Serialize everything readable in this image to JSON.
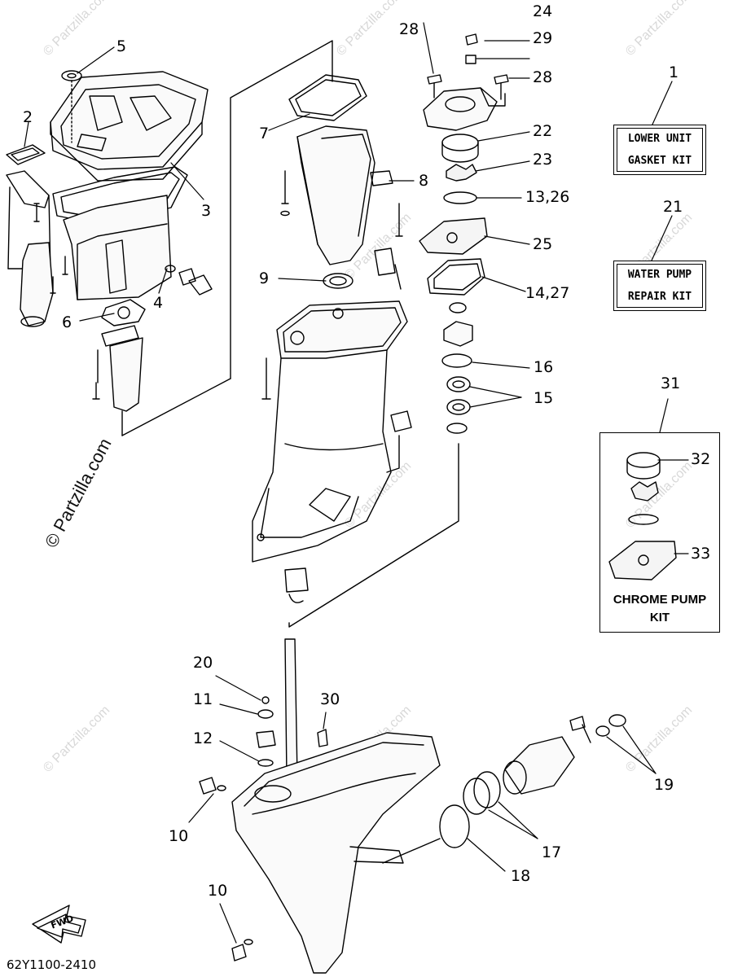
{
  "callouts": [
    {
      "label": "1"
    },
    {
      "label": "2"
    },
    {
      "label": "3"
    },
    {
      "label": "4"
    },
    {
      "label": "5"
    },
    {
      "label": "6"
    },
    {
      "label": "7"
    },
    {
      "label": "8"
    },
    {
      "label": "9"
    },
    {
      "label": "10"
    },
    {
      "label": "10"
    },
    {
      "label": "11"
    },
    {
      "label": "12"
    },
    {
      "label": "13,26"
    },
    {
      "label": "14,27"
    },
    {
      "label": "15"
    },
    {
      "label": "16"
    },
    {
      "label": "17"
    },
    {
      "label": "18"
    },
    {
      "label": "19"
    },
    {
      "label": "20"
    },
    {
      "label": "21"
    },
    {
      "label": "22"
    },
    {
      "label": "23"
    },
    {
      "label": "24"
    },
    {
      "label": "25"
    },
    {
      "label": "28"
    },
    {
      "label": "28"
    },
    {
      "label": "29"
    },
    {
      "label": "30"
    },
    {
      "label": "31"
    },
    {
      "label": "32"
    },
    {
      "label": "33"
    }
  ],
  "kits": {
    "lower_unit": {
      "line1": "LOWER UNIT",
      "line2": "GASKET KIT"
    },
    "water_pump": {
      "line1": "WATER PUMP",
      "line2": "REPAIR KIT"
    },
    "chrome_pump": {
      "line1": "CHROME PUMP",
      "line2": "KIT"
    }
  },
  "fwd_label": "FWD",
  "part_number": "62Y1100-2410",
  "watermark_big": "© Partzilla.com",
  "watermark_small": "© Partzilla.com"
}
